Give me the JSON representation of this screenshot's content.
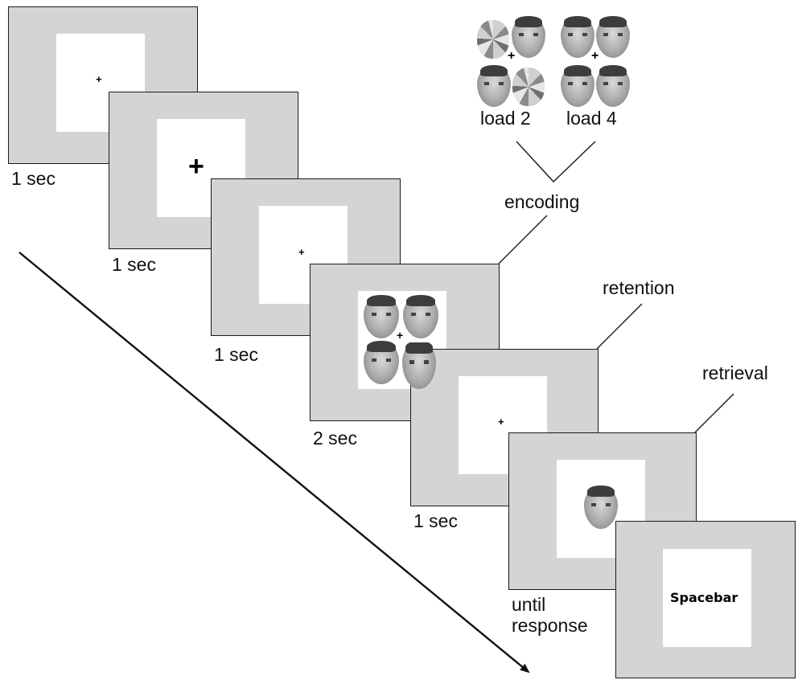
{
  "stimuli": {
    "load2_label": "load 2",
    "load4_label": "load 4"
  },
  "phases": {
    "encoding": "encoding",
    "retention": "retention",
    "retrieval": "retrieval"
  },
  "screens": [
    {
      "duration": "1 sec",
      "content": "fixation-small"
    },
    {
      "duration": "1 sec",
      "content": "fixation-large"
    },
    {
      "duration": "1 sec",
      "content": "fixation-small"
    },
    {
      "duration": "2 sec",
      "content": "face-array"
    },
    {
      "duration": "1 sec",
      "content": "fixation-small"
    },
    {
      "duration_line1": "until",
      "duration_line2": "response",
      "content": "probe-face"
    },
    {
      "content": "response-prompt",
      "text": "Spacebar"
    }
  ],
  "fixation_symbol": "+"
}
